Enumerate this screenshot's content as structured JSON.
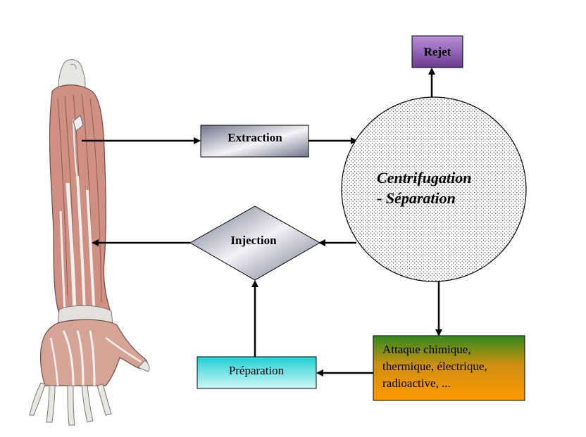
{
  "nodes": {
    "rejet": {
      "label": "Rejet"
    },
    "extraction": {
      "label": "Extraction"
    },
    "centrifugation": {
      "line1": "Centrifugation",
      "line2": "- Séparation"
    },
    "injection": {
      "label": "Injection"
    },
    "preparation": {
      "label": "Préparation"
    },
    "attaque": {
      "line1": "Attaque chimique,",
      "line2": "thermique, électrique,",
      "line3": "radioactive, ..."
    }
  },
  "colors": {
    "rejet_top": "#b990d9",
    "rejet_bottom": "#6a3b92",
    "steel_dark": "#70738a",
    "steel_light": "#f4f4f8",
    "preparation_top": "#1fcfd2",
    "preparation_bottom": "#cff7f7",
    "attaque_top": "#2e8a1c",
    "attaque_mid": "#cf8f10",
    "attaque_bottom": "#ff9a00",
    "arrow": "#000000"
  },
  "illustration": {
    "subject": "anatomical-forearm-and-hand"
  }
}
